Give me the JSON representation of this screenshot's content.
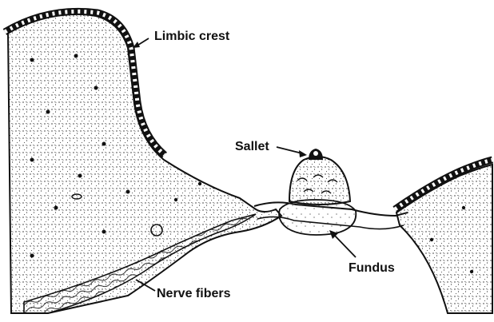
{
  "labels": {
    "limbic_crest": "Limbic crest",
    "sallet": "Sallet",
    "fundus": "Fundus",
    "nerve_fibers": "Nerve fibers"
  },
  "colors": {
    "ink": "#111111",
    "background": "#ffffff"
  }
}
